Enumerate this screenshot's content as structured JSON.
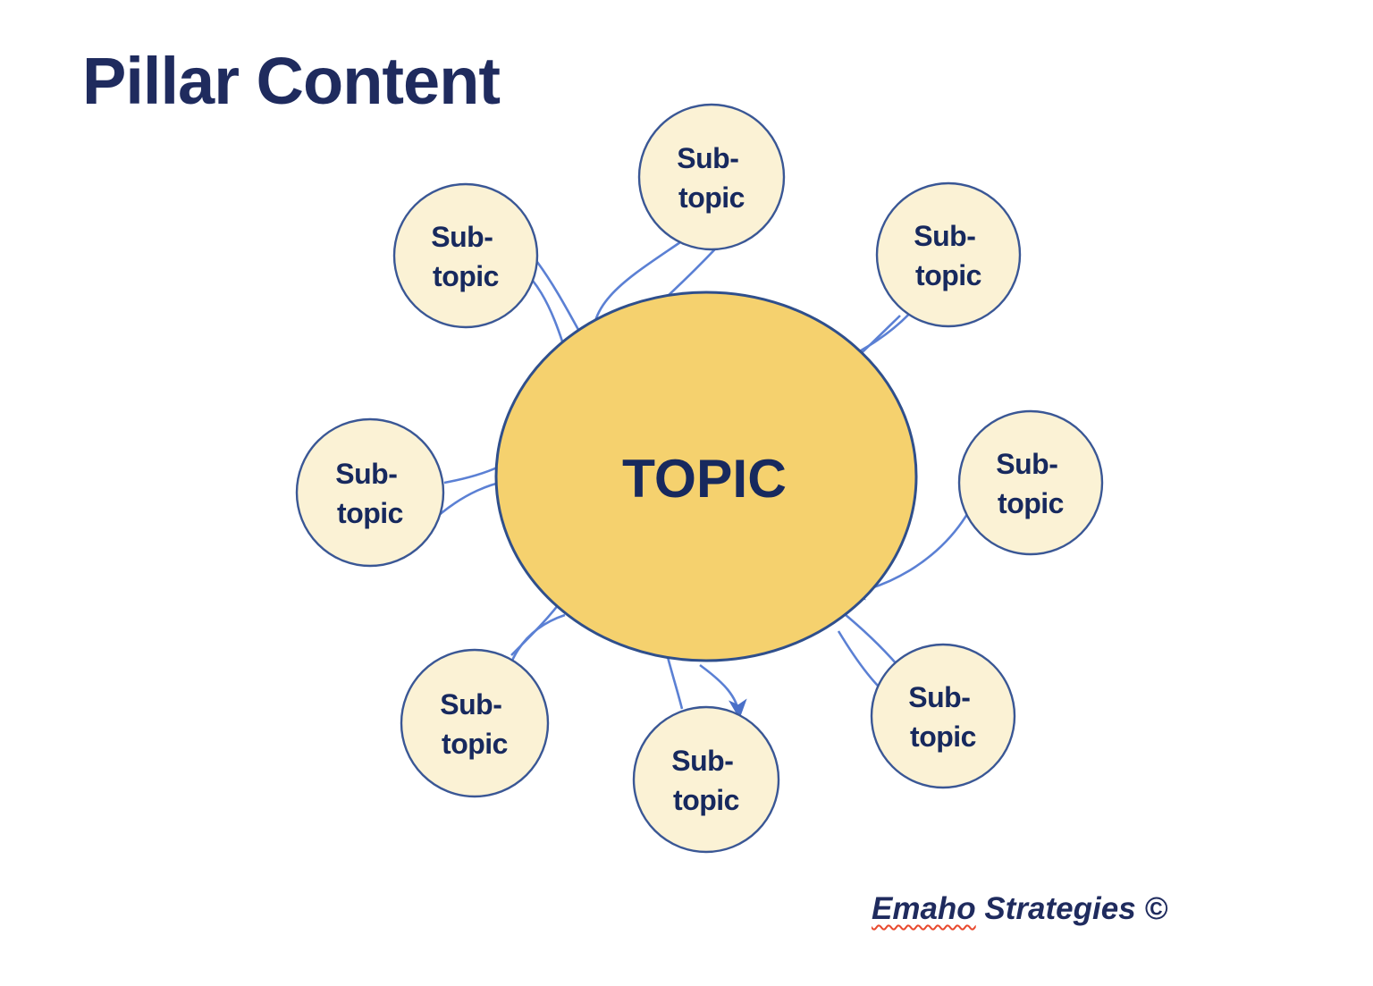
{
  "title": "Pillar Content",
  "diagram": {
    "topic_label": "TOPIC",
    "subtopics": [
      {
        "id": "top",
        "line1": "Sub-",
        "line2": "topic"
      },
      {
        "id": "top-left",
        "line1": "Sub-",
        "line2": "topic"
      },
      {
        "id": "top-right",
        "line1": "Sub-",
        "line2": "topic"
      },
      {
        "id": "left",
        "line1": "Sub-",
        "line2": "topic"
      },
      {
        "id": "right",
        "line1": "Sub-",
        "line2": "topic"
      },
      {
        "id": "bottom-left",
        "line1": "Sub-",
        "line2": "topic"
      },
      {
        "id": "bottom",
        "line1": "Sub-",
        "line2": "topic"
      },
      {
        "id": "bottom-right",
        "line1": "Sub-",
        "line2": "topic"
      }
    ]
  },
  "footer": {
    "brand": "Emaho",
    "rest": " Strategies ©"
  },
  "colors": {
    "background": "#ffffff",
    "title": "#1f2b5e",
    "text": "#17295e",
    "center-fill": "#f5d16e",
    "center-stroke": "#2f4f8c",
    "satellite-fill": "#fbf2d5",
    "satellite-stroke": "#3a5795",
    "arrow": "#5b80d4",
    "arrowhead": "#4a70c8",
    "squiggle": "#e8492e"
  }
}
